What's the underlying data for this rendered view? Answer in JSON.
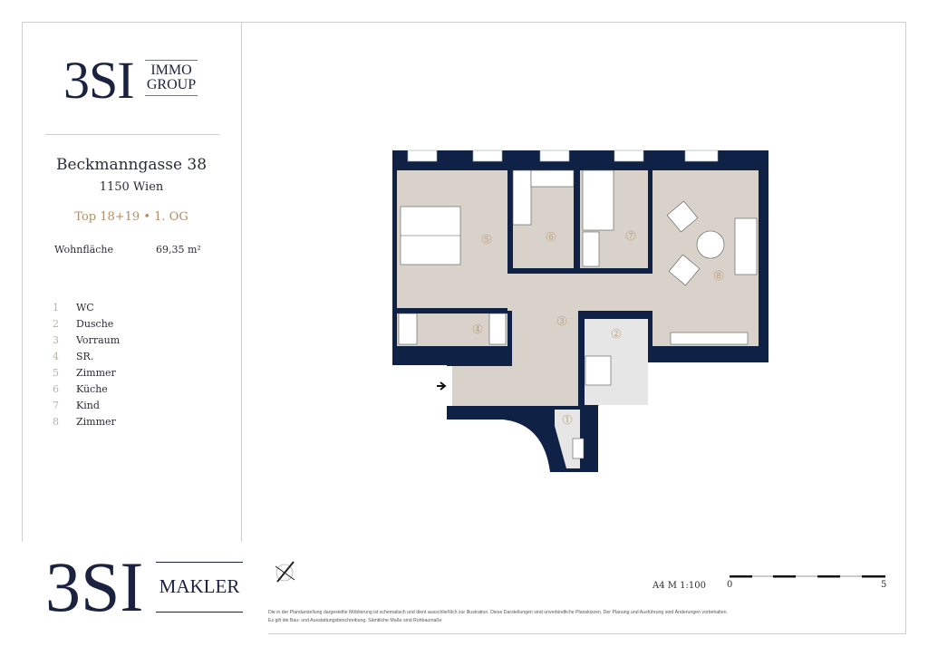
{
  "brand": {
    "logo_main": "3SI",
    "logo_sub": "IMMO GROUP",
    "makler_main": "3SI",
    "makler_sub": "MAKLER"
  },
  "property": {
    "street": "Beckmanngasse 38",
    "city": "1150 Wien",
    "unit": "Top 18+19 • 1. OG",
    "area_label": "Wohnfläche",
    "area_value": "69,35 m²"
  },
  "rooms": [
    {
      "num": "1",
      "name": "WC"
    },
    {
      "num": "2",
      "name": "Dusche"
    },
    {
      "num": "3",
      "name": "Vorraum"
    },
    {
      "num": "4",
      "name": "SR."
    },
    {
      "num": "5",
      "name": "Zimmer"
    },
    {
      "num": "6",
      "name": "Küche"
    },
    {
      "num": "7",
      "name": "Kind"
    },
    {
      "num": "8",
      "name": "Zimmer"
    }
  ],
  "plan": {
    "scale": "A4  M 1:100",
    "scalebar_start": "0",
    "scalebar_end": "5",
    "wall_color": "#0f2246",
    "floor_color": "#d8d2ca",
    "wet_color": "#e6e6e6",
    "accent": "#b8926a"
  },
  "disclaimer": "Die in der Plandarstellung dargestellte Möblierung ist schematisch und dient ausschließlich zur Illustration. Diese Darstellungen sind unverbindliche Planskizzen. Der Planung und Ausführung sind Änderungen vorbehalten. Es gilt die Bau- und Ausstattungsbeschreibung. Sämtliche Maße sind Rohbaumaße"
}
